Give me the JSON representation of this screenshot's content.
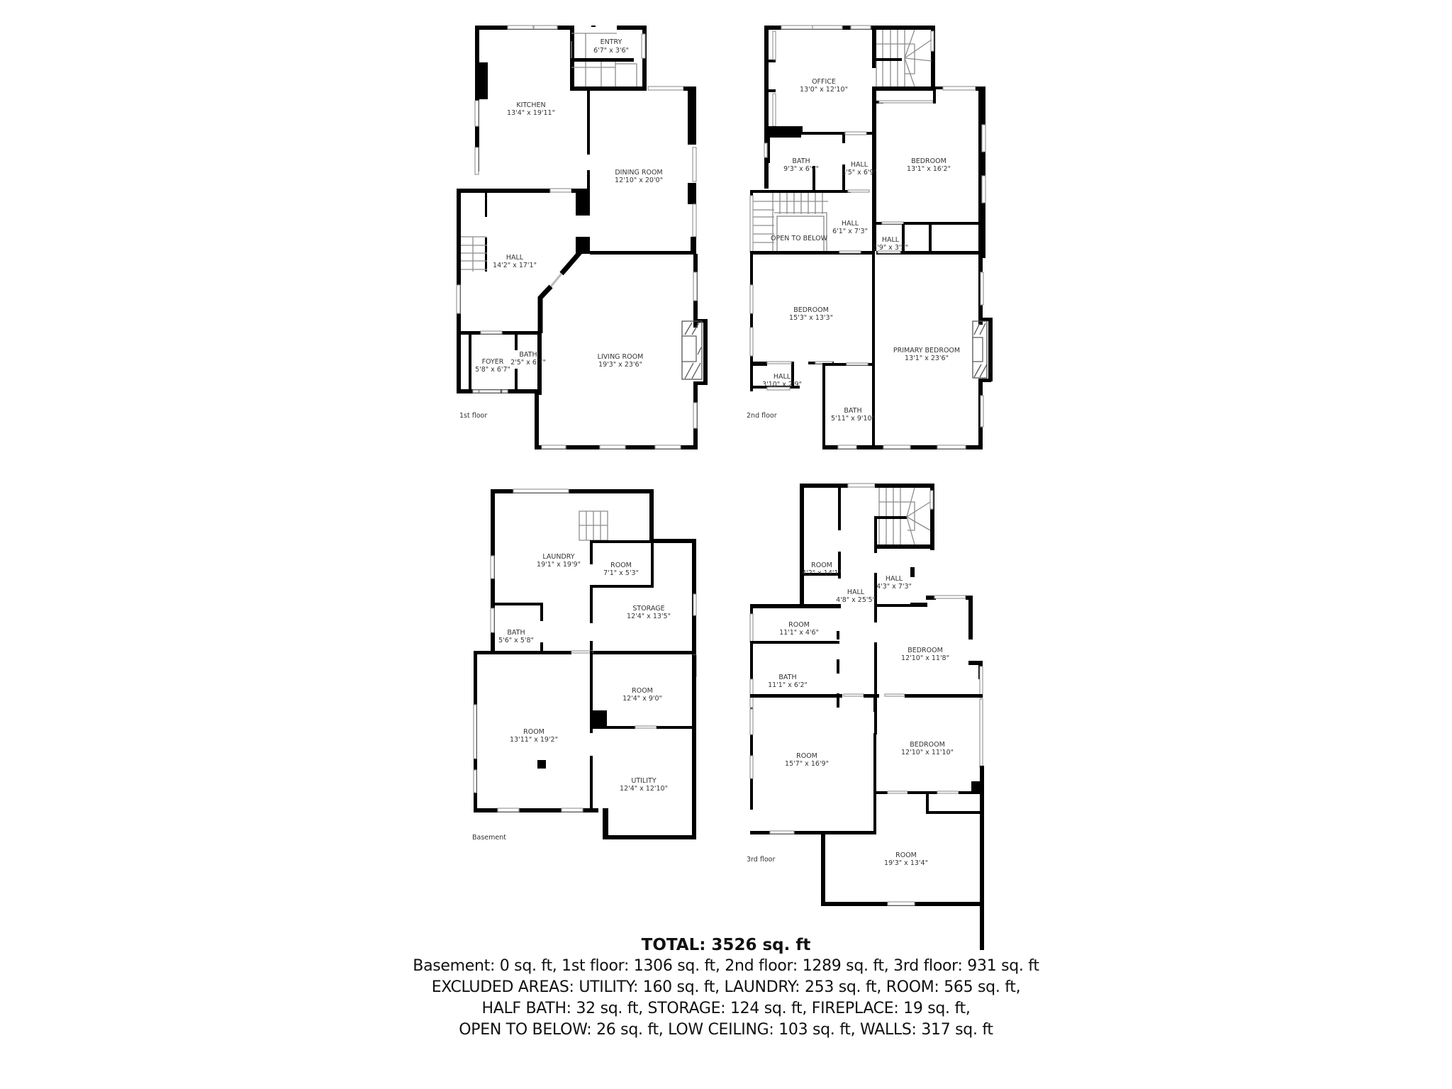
{
  "floors": {
    "first": {
      "label": "1st floor",
      "rooms": [
        {
          "name": "ENTRY",
          "dim": "6'7\" x 3'6\""
        },
        {
          "name": "KITCHEN",
          "dim": "13'4\" x 19'11\""
        },
        {
          "name": "DINING ROOM",
          "dim": "12'10\" x 20'0\""
        },
        {
          "name": "HALL",
          "dim": "14'2\" x 17'1\""
        },
        {
          "name": "FOYER",
          "dim": "5'8\" x 6'7\""
        },
        {
          "name": "BATH",
          "dim": "2'5\" x 6'7\""
        },
        {
          "name": "LIVING ROOM",
          "dim": "19'3\" x 23'6\""
        }
      ]
    },
    "second": {
      "label": "2nd floor",
      "rooms": [
        {
          "name": "OFFICE",
          "dim": "13'0\" x 12'10\""
        },
        {
          "name": "BATH",
          "dim": "9'3\" x 6'9\""
        },
        {
          "name": "HALL",
          "dim": "3'5\" x 6'9\""
        },
        {
          "name": "BEDROOM",
          "dim": "13'1\" x 16'2\""
        },
        {
          "name": "OPEN TO BELOW",
          "dim": ""
        },
        {
          "name": "HALL",
          "dim": "6'1\" x 7'3\""
        },
        {
          "name": "HALL",
          "dim": "3'9\" x 3'5\""
        },
        {
          "name": "BEDROOM",
          "dim": "15'3\" x 13'3\""
        },
        {
          "name": "PRIMARY BEDROOM",
          "dim": "13'1\" x 23'6\""
        },
        {
          "name": "HALL",
          "dim": "3'10\" x 2'9\""
        },
        {
          "name": "BATH",
          "dim": "5'11\" x 9'10\""
        }
      ]
    },
    "basement": {
      "label": "Basement",
      "rooms": [
        {
          "name": "LAUNDRY",
          "dim": "19'1\" x 19'9\""
        },
        {
          "name": "ROOM",
          "dim": "7'1\" x 5'3\""
        },
        {
          "name": "STORAGE",
          "dim": "12'4\" x 13'5\""
        },
        {
          "name": "BATH",
          "dim": "5'6\" x 5'8\""
        },
        {
          "name": "ROOM",
          "dim": "12'4\" x 9'0\""
        },
        {
          "name": "ROOM",
          "dim": "13'11\" x 19'2\""
        },
        {
          "name": "UTILITY",
          "dim": "12'4\" x 12'10\""
        }
      ]
    },
    "third": {
      "label": "3rd floor",
      "rooms": [
        {
          "name": "ROOM",
          "dim": "4'2\" x 14'1\""
        },
        {
          "name": "HALL",
          "dim": "4'8\" x 25'5\""
        },
        {
          "name": "HALL",
          "dim": "4'3\" x 7'3\""
        },
        {
          "name": "ROOM",
          "dim": "11'1\" x 4'6\""
        },
        {
          "name": "BEDROOM",
          "dim": "12'10\" x 11'8\""
        },
        {
          "name": "BATH",
          "dim": "11'1\" x 6'2\""
        },
        {
          "name": "ROOM",
          "dim": "15'7\" x 16'9\""
        },
        {
          "name": "BEDROOM",
          "dim": "12'10\" x 11'10\""
        },
        {
          "name": "ROOM",
          "dim": "19'3\" x 13'4\""
        }
      ]
    }
  },
  "summary": {
    "total": "TOTAL: 3526 sq. ft",
    "line1": "Basement: 0 sq. ft, 1st floor: 1306 sq. ft, 2nd floor: 1289 sq. ft, 3rd floor: 931 sq. ft",
    "line2": "EXCLUDED AREAS: UTILITY: 160 sq. ft, LAUNDRY: 253 sq. ft, ROOM: 565 sq. ft,",
    "line3": "HALF BATH: 32 sq. ft, STORAGE: 124 sq. ft, FIREPLACE: 19 sq. ft,",
    "line4": "OPEN TO BELOW: 26 sq. ft, LOW CEILING: 103 sq. ft, WALLS: 317 sq. ft"
  },
  "colors": {
    "wall": "#000000",
    "text": "#333333",
    "background": "#ffffff"
  }
}
